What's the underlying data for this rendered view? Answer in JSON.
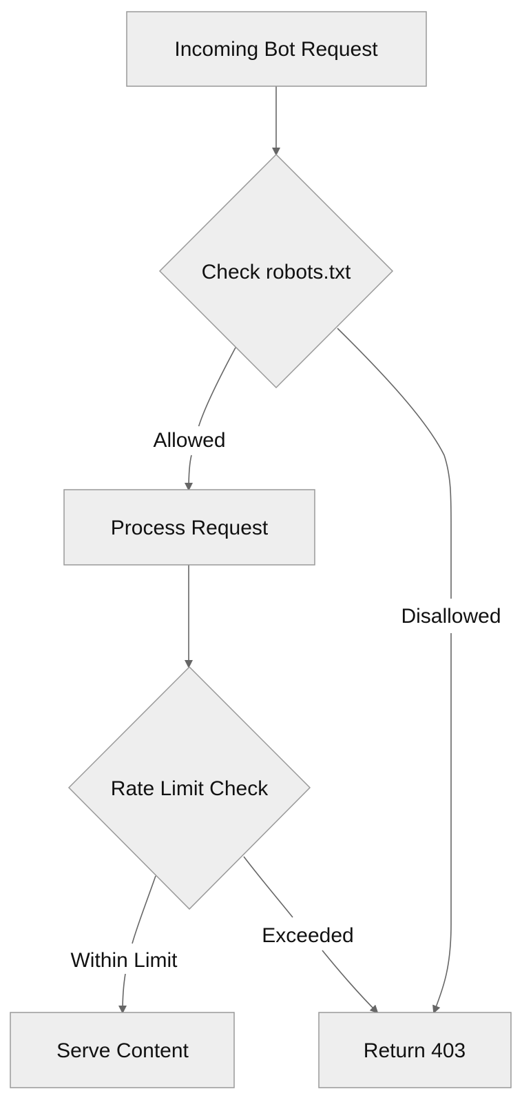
{
  "nodes": {
    "incoming": "Incoming Bot Request",
    "robots_check": "Check robots.txt",
    "process": "Process Request",
    "rate_check": "Rate Limit Check",
    "serve": "Serve Content",
    "return_403": "Return 403"
  },
  "edges": {
    "allowed": "Allowed",
    "disallowed": "Disallowed",
    "within_limit": "Within Limit",
    "exceeded": "Exceeded"
  }
}
